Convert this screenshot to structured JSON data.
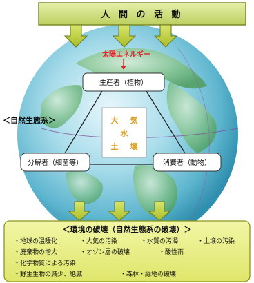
{
  "header": {
    "label": "人 間 の 活 動"
  },
  "sun": {
    "label": "太陽エネルギー"
  },
  "producer": {
    "label": "生産者（植物）"
  },
  "decomposer": {
    "label": "分解者（細菌等）"
  },
  "consumer": {
    "label": "消費者（動物）"
  },
  "ecosystem": {
    "label": "＜自然生態系＞"
  },
  "environment": {
    "chars": [
      "大",
      "気",
      "水",
      "土",
      "壌"
    ]
  },
  "destruction": {
    "title": "＜環境の破壊（自然生態系の破壊）＞",
    "rows": [
      [
        "・地球の温暖化",
        "・大気の汚染",
        "・水質の汚濁",
        "・土壌の汚染"
      ],
      [
        "・廃棄物の増大",
        "・オゾン層の破壊",
        "・酸性雨"
      ],
      [
        "・化学物質による汚染"
      ],
      [
        "・野生生物の減少、絶滅",
        "・森林・緑地の破壊"
      ]
    ]
  },
  "colors": {
    "header_fill": "#cfe08a",
    "header_border": "#7a8a2a",
    "arrow_fill": "#c8d84a",
    "arrow_border": "#6a7a1a",
    "sun_text": "#e8202a",
    "env_text": "#d8a020",
    "bottom_fill": "#e8ee7a",
    "bottom_border": "#8a961a"
  }
}
